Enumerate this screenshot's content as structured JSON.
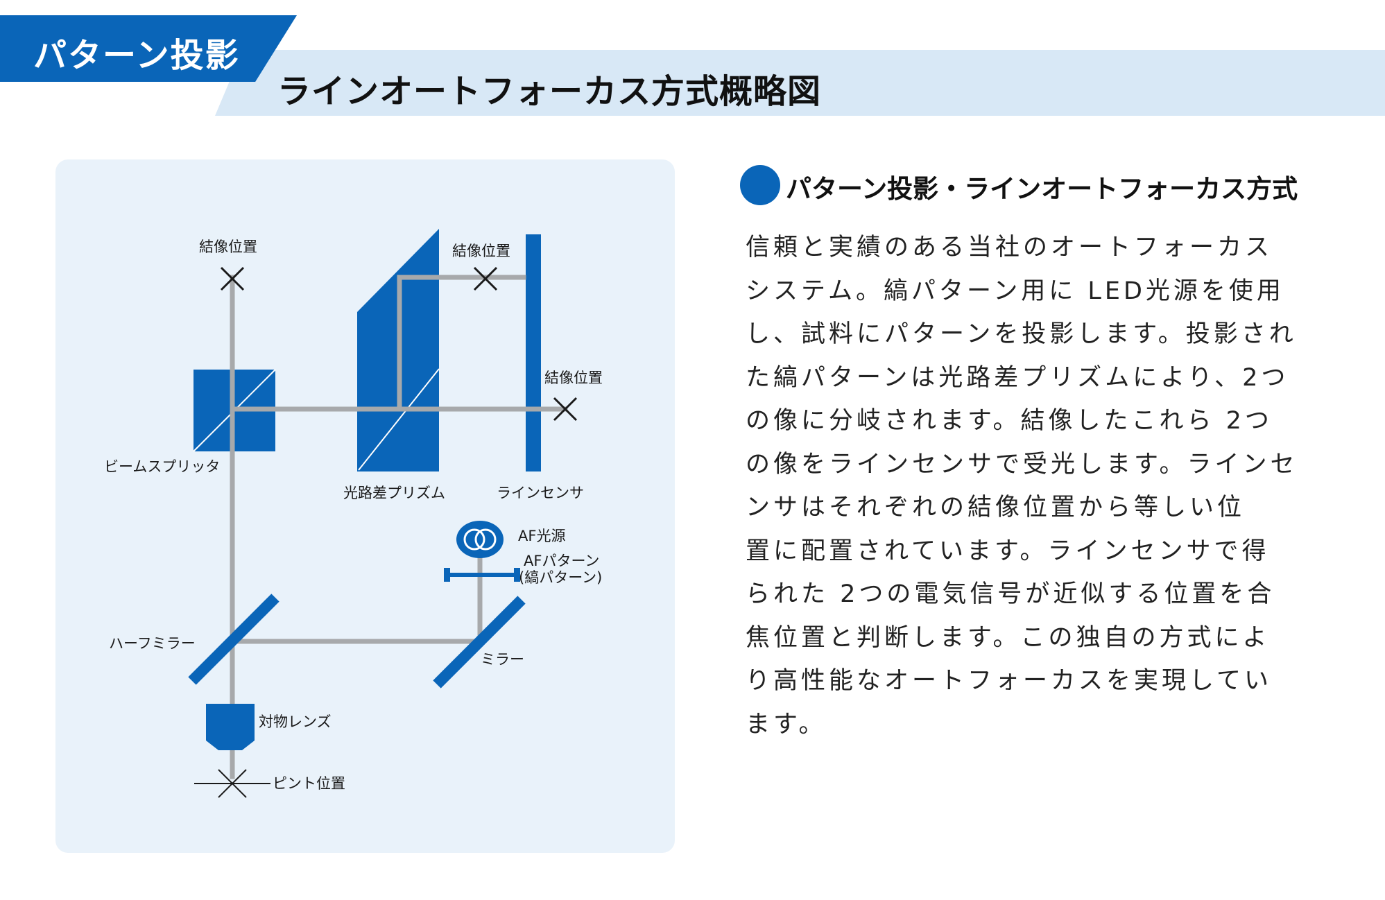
{
  "header": {
    "tag": "パターン投影",
    "title": "ラインオートフォーカス方式概略図"
  },
  "diagram": {
    "labels": {
      "focus_left": "結像位置",
      "focus_top": "結像位置",
      "focus_right": "結像位置",
      "beam_splitter": "ビームスプリッタ",
      "prism": "光路差プリズム",
      "line_sensor": "ラインセンサ",
      "af_source": "AF光源",
      "af_pattern_line1": "AFパターン",
      "af_pattern_line2": "(縞パターン)",
      "half_mirror": "ハーフミラー",
      "mirror": "ミラー",
      "objective_lens": "対物レンズ",
      "focus_point": "ピント位置"
    },
    "colors": {
      "component": "#0a65b8",
      "beam": "#a7a9ab",
      "panel": "#e9f2fa"
    }
  },
  "section": {
    "title": "パターン投影・ラインオートフォーカス方式",
    "body_lines": [
      "信頼と実績のある当社のオートフォーカス",
      "システム。縞パターン用に LED光源を使用",
      "し、試料にパターンを投影します。投影され",
      "た縞パターンは光路差プリズムにより、2つ",
      "の像に分岐されます。結像したこれら 2つ",
      "の像をラインセンサで受光します。ラインセ",
      "ンサはそれぞれの結像位置から等しい位",
      "置に配置されています。ラインセンサで得",
      "られた 2つの電気信号が近似する位置を合",
      "焦位置と判断します。この独自の方式によ",
      "り高性能なオートフォーカスを実現してい",
      "ます。"
    ]
  }
}
